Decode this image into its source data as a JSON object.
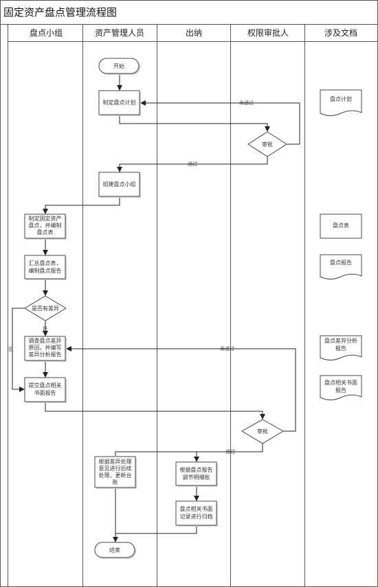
{
  "title": "固定资产盘点管理流程图",
  "lanes": [
    "盘点小组",
    "资产管理人员",
    "出纳",
    "权限审批人",
    "涉及文档"
  ],
  "nodes": {
    "start": "开始",
    "plan": "制定盘点计划",
    "approve1": "审批",
    "team": "组建盘点小组",
    "count": [
      "制定固定资产",
      "盘点，并编制",
      "盘点表"
    ],
    "summary": [
      "汇总盘点表，",
      "编制盘点报告"
    ],
    "decision": "是否有差异",
    "investigate": [
      "调查盘点差异",
      "原因，并编写",
      "差异分析报告"
    ],
    "submit": [
      "提交盘点相关",
      "书面报告"
    ],
    "approve2": "审批",
    "handle": [
      "根据差异处理",
      "意见进行后续",
      "处理，更新台",
      "账"
    ],
    "adjust": [
      "根据盘点报告",
      "调节明细账"
    ],
    "archive": [
      "盘点相关书面",
      "记录进行归档"
    ],
    "end": "结束"
  },
  "docs": {
    "plan": "盘点计划",
    "table": "盘点表",
    "report": "盘点报告",
    "analysis": [
      "盘点差异分析",
      "报告"
    ],
    "written": [
      "盘点相关书面",
      "报告"
    ]
  },
  "edge_labels": {
    "reject": "未通过",
    "pass": "通过",
    "yes": "是",
    "no": "否"
  }
}
